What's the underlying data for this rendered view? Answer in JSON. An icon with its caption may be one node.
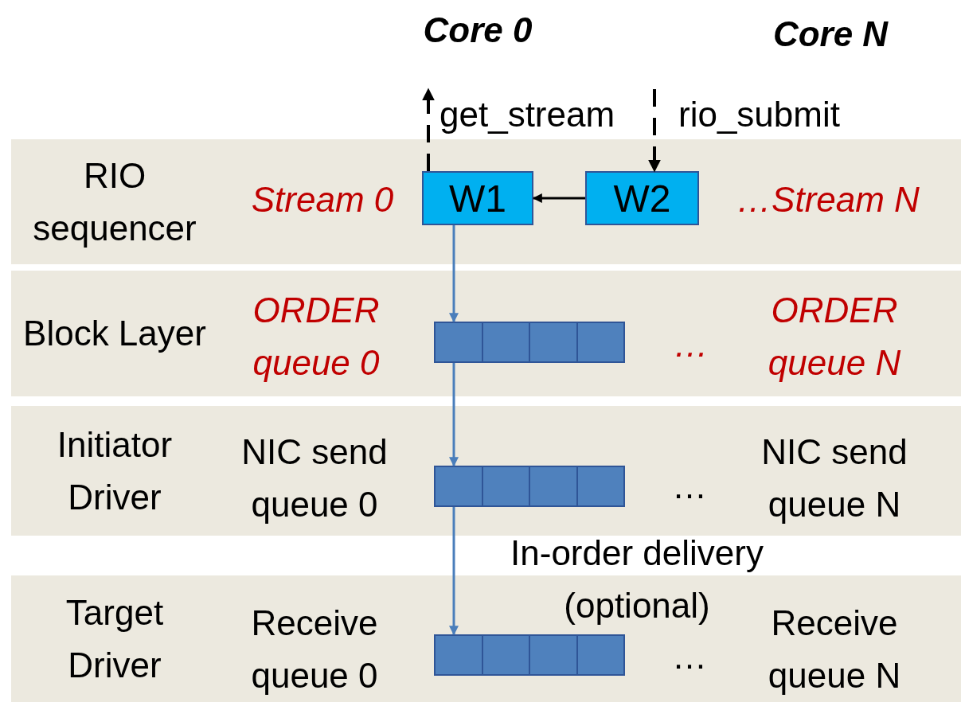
{
  "diagram": {
    "nodes": [
      {
        "text": [
          "RIO sequencer"
        ]
      },
      {
        "text": [
          "W1"
        ],
        "in": 0
      },
      {
        "text": [
          "W2"
        ],
        "in": 0
      },
      {
        "text": [
          "Block Layer"
        ]
      },
      {
        "text": [],
        "shape": "box",
        "in": 3
      },
      {
        "text": [
          "Initiator Driver"
        ]
      },
      {
        "text": [],
        "shape": "box",
        "in": 5
      },
      {
        "text": [
          "Target Driver"
        ]
      },
      {
        "text": [],
        "shape": "box",
        "in": 7
      }
    ],
    "edges": [
      {
        "from": 2,
        "to": 1,
        "arrow": "to"
      },
      {
        "from": 1,
        "to": null,
        "arrow": "to",
        "style": "dashed",
        "label": "get_stream"
      },
      {
        "from": null,
        "to": 2,
        "arrow": "to",
        "style": "dashed",
        "label": "rio_submit"
      },
      {
        "from": 1,
        "to": 4,
        "arrow": "to",
        "color": "#4a7ebb"
      },
      {
        "from": 4,
        "to": 6,
        "arrow": "to",
        "color": "#4a7ebb"
      },
      {
        "from": 6,
        "to": 8,
        "arrow": "to",
        "color": "#4a7ebb"
      }
    ],
    "labels": [
      "Core 0",
      "Core N",
      "Stream 0",
      "…Stream N",
      "ORDER queue 0",
      "…",
      "ORDER queue N",
      "NIC send queue 0",
      "…",
      "NIC send queue N",
      "In-order delivery (optional)",
      "Receive queue 0",
      "…",
      "Receive queue N"
    ]
  }
}
